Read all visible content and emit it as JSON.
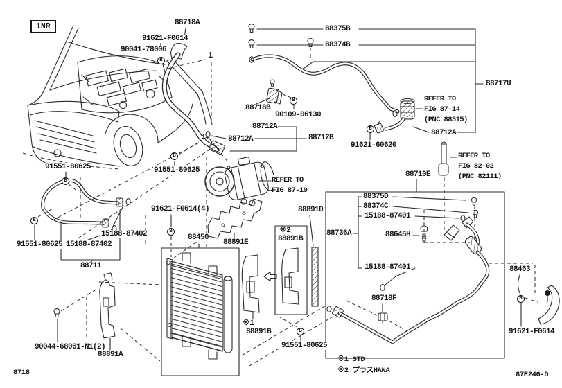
{
  "doc": {
    "engine_code": "1NR",
    "page_code": "8718",
    "figure_code": "87E246-D",
    "footnote1": "※1 STD",
    "footnote2": "※2 プラスHANA"
  },
  "markers": {
    "b": "B",
    "one": "1",
    "star1": "※1",
    "star2": "※2"
  },
  "parts": {
    "n88718a": "88718A",
    "n91621f0614": "91621-F0614",
    "n90041": "90041-78006",
    "n88375b": "88375B",
    "n88374b": "88374B",
    "n88717u": "88717U",
    "n88718b": "88718B",
    "n90109": "90109-06130",
    "n88712a": "88712A",
    "n88712b": "88712B",
    "n91621_60620": "91621-60620",
    "n88710e": "88710E",
    "n91551": "91551-80625",
    "n91621f0614_4": "91621-F0614(4)",
    "n88891d": "88891D",
    "n88375d": "88375D",
    "n88374c": "88374C",
    "n15188_87401": "15188-87401",
    "n88736a": "88736A",
    "n88645h": "88645H",
    "n15188_87402": "15188-87402",
    "n88450": "88450",
    "n88891e": "88891E",
    "n88711": "88711",
    "n88463": "88463",
    "n88718f": "88718F",
    "n88891b": "88891B",
    "n90044": "90044-68061-N1(2)",
    "n88891a": "88891A"
  },
  "refer_notes": {
    "fig87_14": {
      "l1": "REFER TO",
      "l2": "FIG 87-14",
      "l3": "(PNC 88515)"
    },
    "fig82_02": {
      "l1": "REFER TO",
      "l2": "FIG 82-02",
      "l3": "(PNC 82111)"
    },
    "fig87_19": {
      "l1": "REFER TO",
      "l2": "FIG 87-19"
    }
  }
}
